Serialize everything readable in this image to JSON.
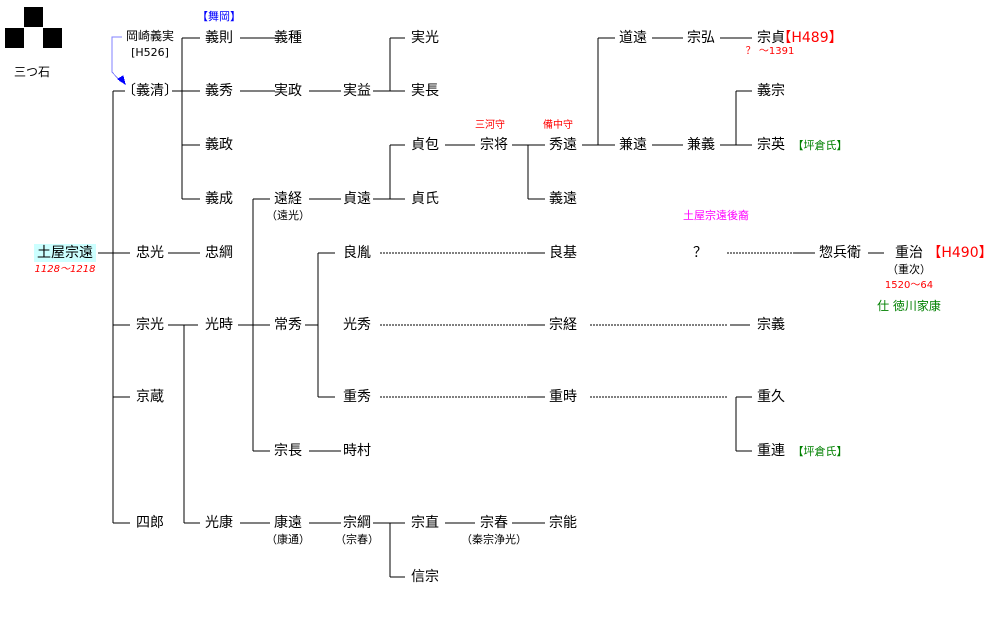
{
  "crest": {
    "label": "三つ石"
  },
  "root": {
    "name": "土屋宗遠",
    "dates": "1128～1218"
  },
  "okazaki": {
    "name": "岡崎義実",
    "ref": "[H526]"
  },
  "maioka": "【舞岡】",
  "nodes": {
    "yoshikiyo": "〔義清〕",
    "tadamitsu": "忠光",
    "munemitsu": "宗光",
    "kyozo": "京蔵",
    "shiro": "四郎",
    "yoshinori": "義則",
    "yoshihide": "義秀",
    "yoshimasa": "義政",
    "yoshinari": "義成",
    "tadatsuna": "忠綱",
    "mitsutoki": "光時",
    "mitsuyasu": "光康",
    "yoshitane": "義種",
    "sanemasa": "実政",
    "tootsune": "遠経",
    "tsunehide": "常秀",
    "munenaga": "宗長",
    "yasutoo": "康遠",
    "sanemasu": "実益",
    "sadatoo": "貞遠",
    "yoshitane2": "良胤",
    "mitsuhide": "光秀",
    "shigehide": "重秀",
    "tokimura": "時村",
    "munetsuna": "宗綱",
    "sanemitsu": "実光",
    "sanenaga": "実長",
    "sadakane": "貞包",
    "sadauji": "貞氏",
    "munenao": "宗直",
    "nobumune": "信宗",
    "munemasa": "宗将",
    "muneharu": "宗春",
    "hidetoo": "秀遠",
    "yoshitoo": "義遠",
    "yoshimoto": "良基",
    "munetsune": "宗経",
    "shigetoki": "重時",
    "muneyoshi": "宗能",
    "michitoo": "道遠",
    "kanetoo": "兼遠",
    "munehiro": "宗弘",
    "kaneyoshi": "兼義",
    "unknown": "？",
    "munesada": "宗貞",
    "yoshimune": "義宗",
    "munehide": "宗英",
    "muneyoshi2": "宗義",
    "shigehisa": "重久",
    "shigetsura": "重連",
    "sobei": "惣兵衛",
    "shigeharu": "重治"
  },
  "notes": {
    "tootsune_alias": "（遠光）",
    "yasutoo_alias": "（康通）",
    "munetsuna_alias": "（宗春）",
    "muneharu_alias": "（秦宗浄光）",
    "mikawa": "三河守",
    "bitchu": "備中守",
    "munesada_ref": "【H489】",
    "munesada_dates": "？ ～1391",
    "tsubokura1": "【坪倉氏】",
    "tsubokura2": "【坪倉氏】",
    "descendants": "土屋宗遠後裔",
    "shigeharu_ref": "【H490】",
    "shigeharu_alias": "（重次）",
    "shigeharu_dates": "1520～64",
    "service": "仕 徳川家康"
  },
  "colors": {
    "red": "#ff0000",
    "blue": "#0000ff",
    "green": "#008000",
    "magenta": "#ff00ff",
    "highlight": "#ccffff"
  }
}
